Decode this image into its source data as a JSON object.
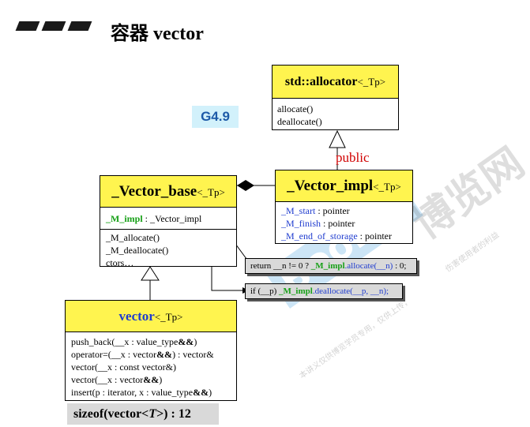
{
  "page": {
    "title": "容器 vector"
  },
  "badge": {
    "version": "G4.9"
  },
  "inheritance_label": "public",
  "classes": {
    "allocator": {
      "name": "std::allocator",
      "tparam": "<_Tp>",
      "methods": [
        "allocate()",
        "deallocate()"
      ]
    },
    "vector_impl": {
      "name": "_Vector_impl",
      "tparam": "<_Tp>",
      "members": [
        {
          "name": "_M_start",
          "type": ": pointer"
        },
        {
          "name": "_M_finish",
          "type": ": pointer"
        },
        {
          "name": "_M_end_of_storage",
          "type": ": pointer"
        }
      ]
    },
    "vector_base": {
      "name": "_Vector_base",
      "tparam": "<_Tp>",
      "field": {
        "name": "_M_impl",
        "type": ": _Vector_impl"
      },
      "methods": [
        "_M_allocate()",
        "_M_deallocate()",
        "ctors…"
      ]
    },
    "vector": {
      "name": "vector",
      "tparam": "<_Tp>",
      "methods": [
        {
          "pre": "push_back(__x : value_type",
          "bold": "&&",
          "post": ")"
        },
        {
          "pre": "operator=(__x : vector",
          "bold": "&&",
          "post": ") : vector&"
        },
        {
          "pre": "vector(__x : const vector&)",
          "bold": "",
          "post": ""
        },
        {
          "pre": "vector(__x : vector",
          "bold": "&&",
          "post": ")"
        },
        {
          "pre": "insert(p : iterator, x : value_type",
          "bold": "&&",
          "post": ")"
        }
      ]
    }
  },
  "notes": {
    "allocate": {
      "pre": "return __n != 0 ? ",
      "green": "_M_impl",
      "blue": ".allocate(__n)",
      "post": " : 0;"
    },
    "deallocate": {
      "pre": "if (__p) ",
      "green": "_M_impl",
      "blue": ".deallocate(__p, __n);",
      "post": ""
    }
  },
  "sizeof": {
    "pre": "sizeof(vector<",
    "italic": "T",
    "post": ">) : 12"
  },
  "watermark": {
    "main": "博览网",
    "logo": "Boolan",
    "small1": "本讲义仅供博览学员专用，仅供上传，",
    "small2": "伤害使用者的利益"
  },
  "colors": {
    "class_header": "#fff44f",
    "member_blue": "#1f3ccf",
    "impl_green": "#17a017",
    "public_red": "#d10000",
    "badge_bg": "#d2f1fb"
  }
}
